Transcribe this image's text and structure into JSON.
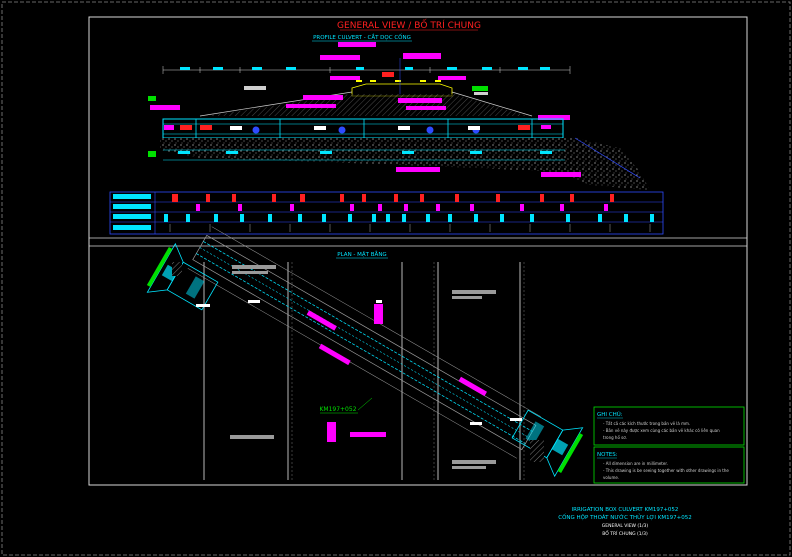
{
  "drawing": {
    "main_title": "GENERAL VIEW / BỐ TRÍ CHUNG",
    "profile_title": "PROFILE CULVERT - CẮT DỌC CỐNG",
    "plan_title": "PLAN - MẶT BẰNG",
    "station_label": "KM197+052"
  },
  "notes": {
    "vn_heading": "GHI CHÚ:",
    "vn_lines": [
      "- Tất cả các kích thước trong bản vẽ là mm.",
      "- Bản vẽ này được xem cùng các bản vẽ khác có liên quan",
      "  trong hồ sơ."
    ],
    "en_heading": "NOTES:",
    "en_lines": [
      "- All dimension are in millimeter.",
      "- This drawing is be seeing together with other drawings in the",
      "  volume."
    ]
  },
  "title_block": {
    "line1": "IRRIGATION BOX CULVERT KM197+052",
    "line2": "CỐNG HỘP THOÁT NƯỚC THỦY LỢI KM197+052",
    "line3": "GENERAL VIEW (1/3)",
    "line4": "BỐ TRÍ CHUNG (1/3)"
  },
  "colors": {
    "background": "#000000",
    "frame": "#d8d8d8",
    "title_red": "#ff2020",
    "cyan": "#00e5ff",
    "magenta": "#ff00ff",
    "green": "#00e000",
    "yellow": "#ffff00",
    "blue": "#2f4bff",
    "gray": "#9a9a9a"
  }
}
